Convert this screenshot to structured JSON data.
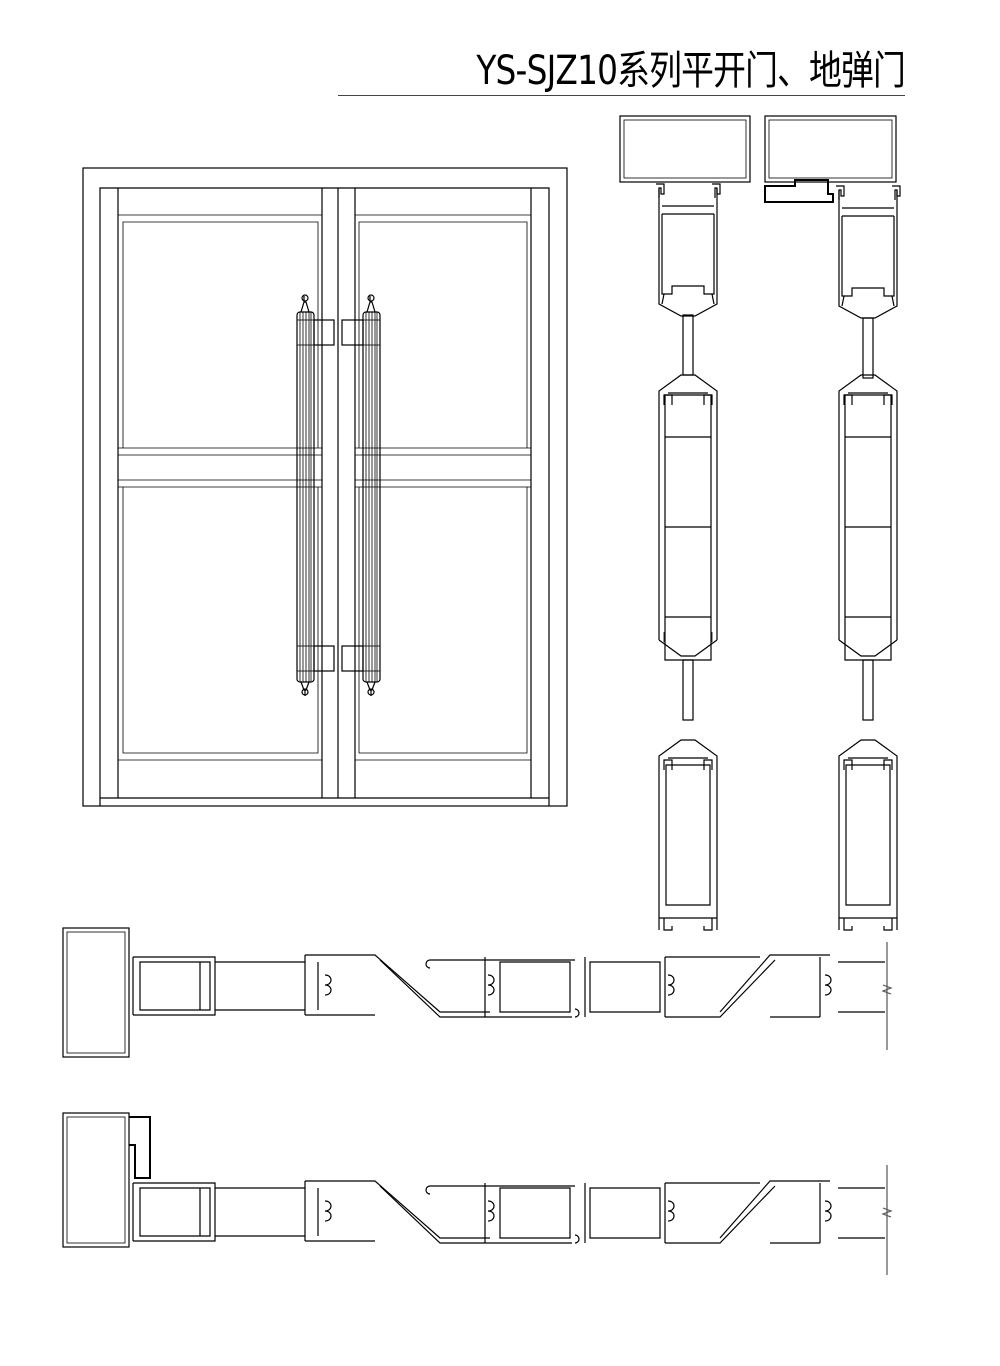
{
  "drawing": {
    "title": "YS-SJZ10系列平开门、地弹门",
    "views": [
      "door-elevation",
      "vertical-section-casement",
      "vertical-section-floor-spring",
      "horizontal-section-casement",
      "horizontal-section-floor-spring"
    ]
  }
}
